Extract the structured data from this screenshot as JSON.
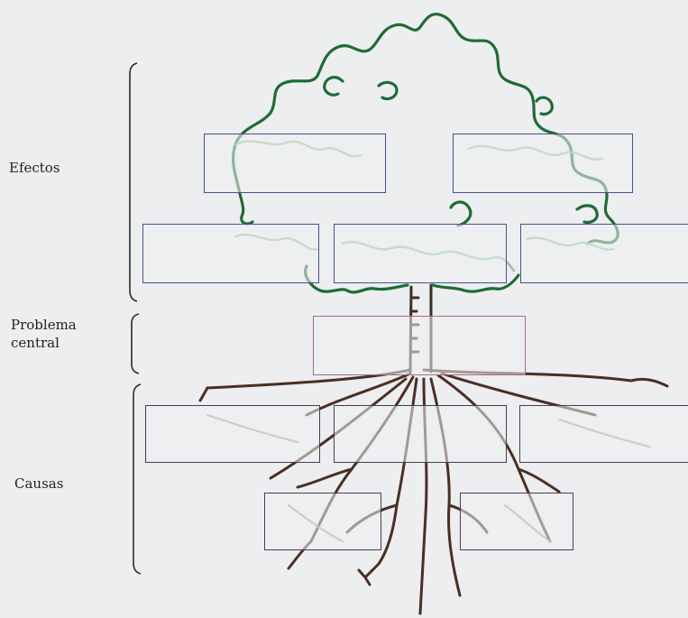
{
  "sections": {
    "effects_label": "Efectos",
    "problem_label": "Problema\ncentral",
    "causes_label": "Causas"
  },
  "colors": {
    "background": "#eceef0",
    "canopy": "#1f6b35",
    "trunk": "#3e2f24",
    "roots": "#4a2f23",
    "effect_box_border": "#4d4f8c",
    "problem_box_border": "#a66a8a",
    "cause_box_border": "#4a3a55",
    "brackets": "#2b2b2b"
  },
  "boxes": {
    "effects": [
      "",
      "",
      "",
      "",
      ""
    ],
    "problem": [
      ""
    ],
    "causes": [
      "",
      "",
      "",
      "",
      ""
    ]
  }
}
